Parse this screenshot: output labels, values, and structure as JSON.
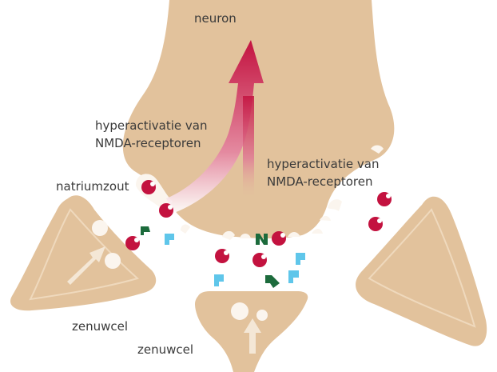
{
  "labels": {
    "neuron": "neuron",
    "hyperactivation_left": [
      "hyperactivatie van",
      "NMDA-receptoren"
    ],
    "hyperactivation_right": [
      "hyperactivatie van",
      "NMDA-receptoren"
    ],
    "sodium_salt": "natriumzout",
    "nerve_cell_left": "zenuwcel",
    "nerve_cell_bottom": "zenuwcel"
  },
  "colors": {
    "cell_fill": "#e2c29c",
    "cell_highlight": "#efd9bd",
    "sodium_red": "#c3123f",
    "receptor_green": "#1c6b3c",
    "receptor_blue": "#5fc6ea",
    "vesicle_white": "#fbf5ee",
    "text": "#3a3a3a"
  }
}
